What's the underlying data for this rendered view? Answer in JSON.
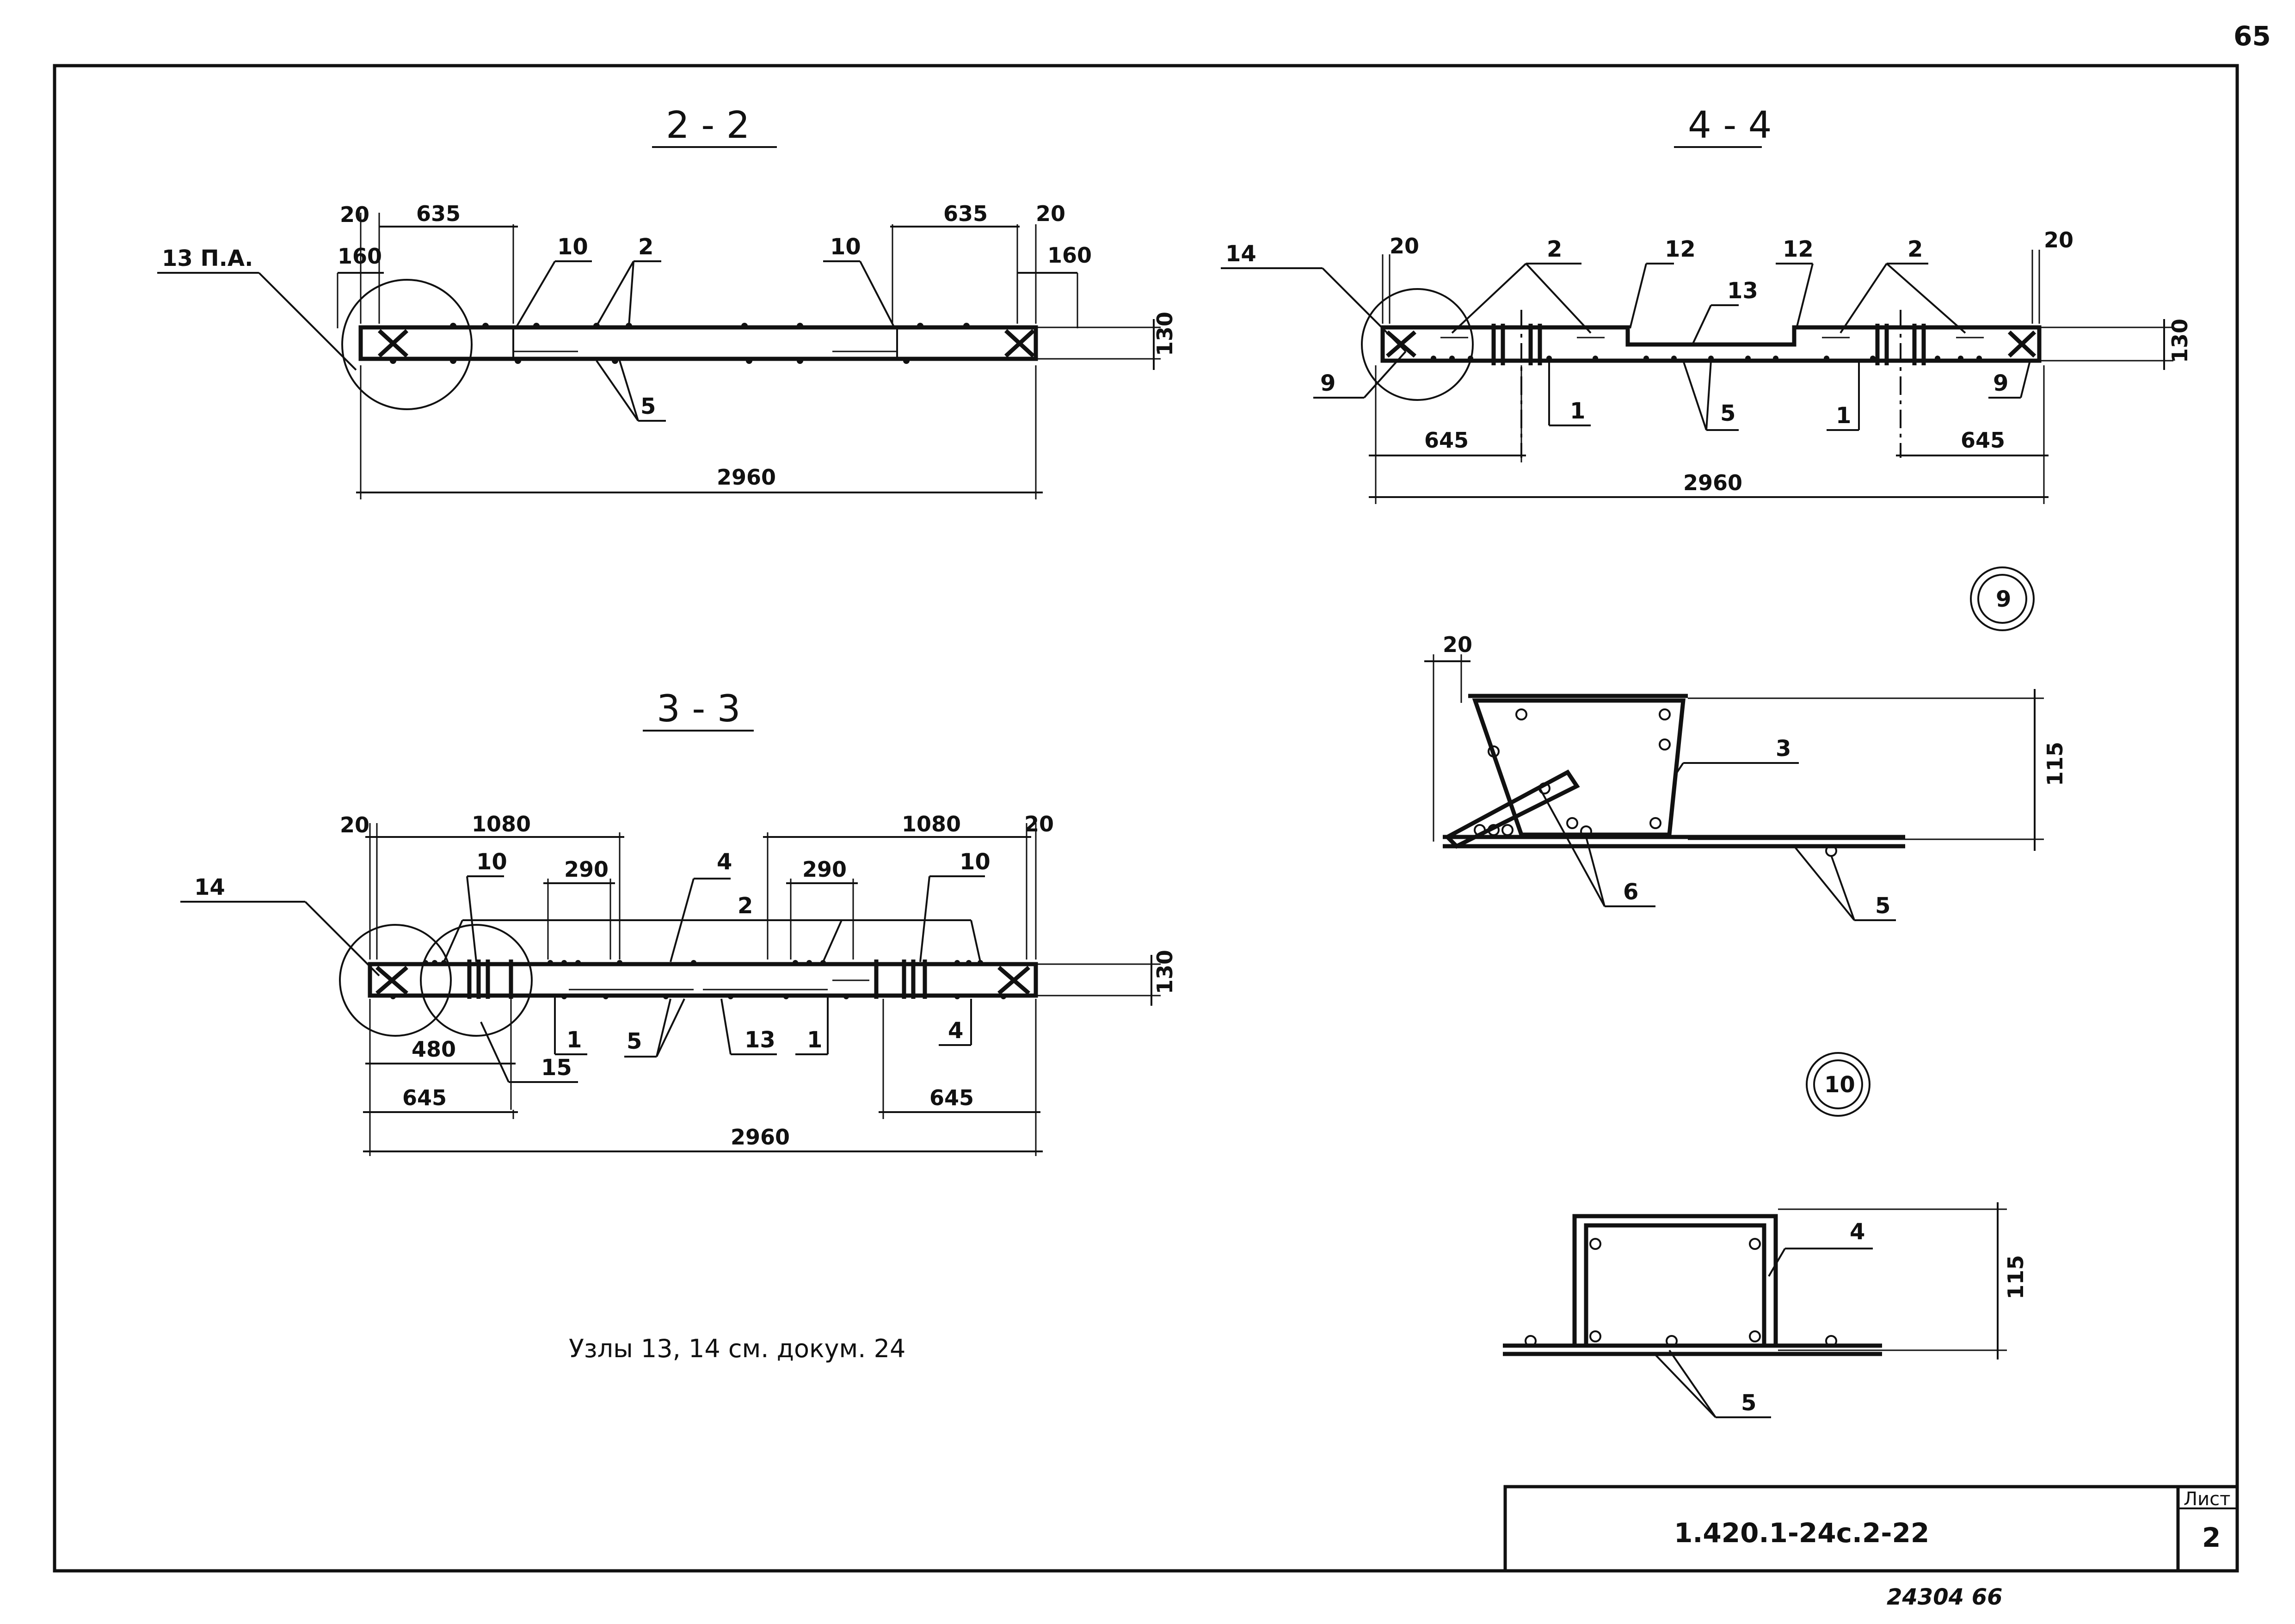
{
  "page_number": "65",
  "sections": {
    "s22": {
      "title": "2 - 2",
      "labels": {
        "l13pa": "13 П.А.",
        "d20a": "20",
        "d635a": "635",
        "d160a": "160",
        "l10a": "10",
        "l2": "2",
        "l10b": "10",
        "d635b": "635",
        "d20b": "20",
        "d160b": "160",
        "d130": "130",
        "l5": "5",
        "d2960": "2960"
      }
    },
    "s44": {
      "title": "4 - 4",
      "labels": {
        "l14": "14",
        "d20a": "20",
        "l2a": "2",
        "l12a": "12",
        "l13": "13",
        "l12b": "12",
        "l2b": "2",
        "d20b": "20",
        "d130": "130",
        "l9a": "9",
        "l1a": "1",
        "l5": "5",
        "l1b": "1",
        "l9b": "9",
        "d645a": "645",
        "d645b": "645",
        "d2960": "2960"
      }
    },
    "s33": {
      "title": "3 - 3",
      "labels": {
        "d20a": "20",
        "d1080a": "1080",
        "d1080b": "1080",
        "d20b": "20",
        "l14": "14",
        "l10a": "10",
        "d290a": "290",
        "l4a": "4",
        "l2": "2",
        "d290b": "290",
        "l10b": "10",
        "d130": "130",
        "d480": "480",
        "l1a": "1",
        "l5": "5",
        "l13": "13",
        "l1b": "1",
        "l4b": "4",
        "l15": "15",
        "d645a": "645",
        "d645b": "645",
        "d2960": "2960"
      }
    }
  },
  "nodes": {
    "n9": {
      "id": "9",
      "labels": {
        "d20": "20",
        "l3": "3",
        "d115": "115",
        "l6": "6",
        "l5": "5"
      }
    },
    "n10": {
      "id": "10",
      "labels": {
        "l4": "4",
        "d115": "115",
        "l5": "5"
      }
    }
  },
  "note": "Узлы 13, 14 см. докум. 24",
  "title_block": {
    "sheet_label": "Лист",
    "sheet_number": "2",
    "code": "1.420.1-24с.2-22"
  },
  "bottom_stamp": "24304 66"
}
